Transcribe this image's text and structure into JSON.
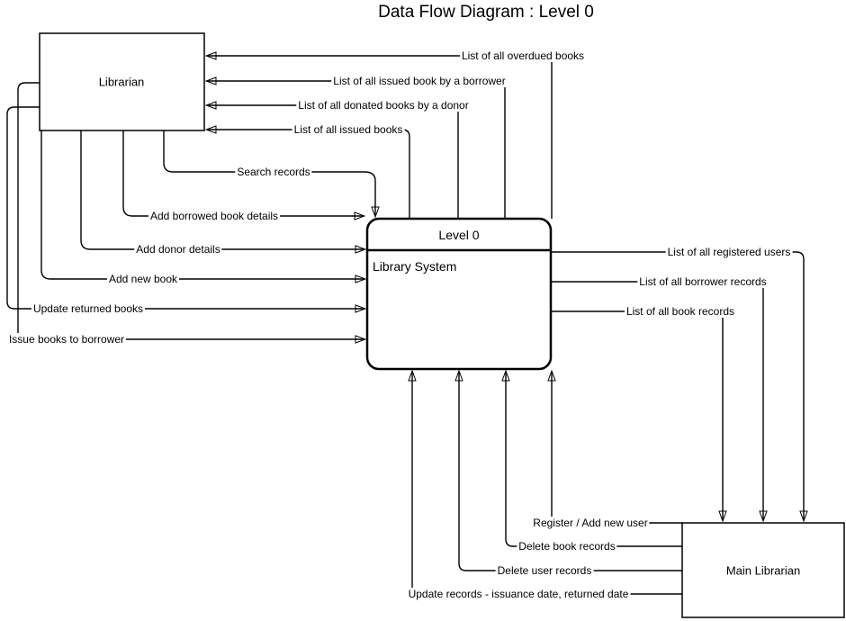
{
  "title": "Data Flow Diagram : Level 0",
  "entities": {
    "librarian": {
      "label": "Librarian"
    },
    "main_librarian": {
      "label": "Main Librarian"
    }
  },
  "process": {
    "header": "Level 0",
    "name": "Library System"
  },
  "flows": {
    "system_to_librarian": [
      {
        "label": "List of all overdued books"
      },
      {
        "label": "List of all issued book by a borrower"
      },
      {
        "label": "List of all donated books by a donor"
      },
      {
        "label": "List of all issued books"
      }
    ],
    "librarian_to_system": [
      {
        "label": "Search records"
      },
      {
        "label": "Add borrowed book details"
      },
      {
        "label": "Add donor details"
      },
      {
        "label": "Add new book"
      },
      {
        "label": "Update returned books"
      },
      {
        "label": "Issue books to borrower"
      }
    ],
    "system_to_main_librarian": [
      {
        "label": "List of all registered users"
      },
      {
        "label": "List of all borrower records"
      },
      {
        "label": "List of all book records"
      }
    ],
    "main_librarian_to_system": [
      {
        "label": "Register / Add new user"
      },
      {
        "label": "Delete book records"
      },
      {
        "label": "Delete user records"
      },
      {
        "label": "Update records - issuance date, returned date"
      }
    ]
  },
  "colors": {
    "line": "#000000",
    "background": "#ffffff"
  }
}
